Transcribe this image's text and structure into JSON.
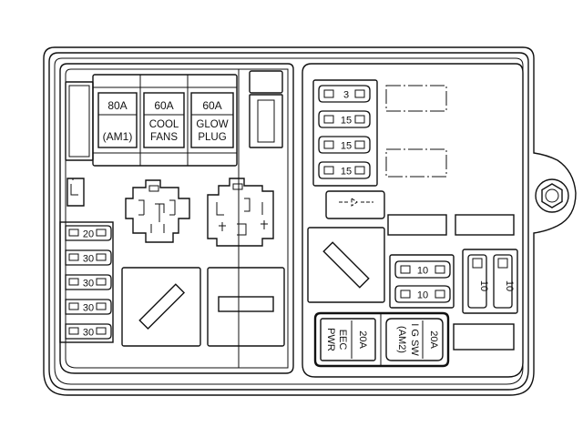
{
  "colors": {
    "line": "#111111",
    "background": "#ffffff"
  },
  "maxi_fuses": [
    {
      "amp": "80A",
      "name": "(AM1)"
    },
    {
      "amp": "60A",
      "name": "COOL FANS",
      "name_lines": [
        "COOL",
        "FANS"
      ]
    },
    {
      "amp": "60A",
      "name": "GLOW PLUG",
      "name_lines": [
        "GLOW",
        "PLUG"
      ]
    }
  ],
  "left_mini_fuses": [
    "20",
    "30",
    "30",
    "30",
    "30"
  ],
  "top_right_mini_fuses": [
    "3",
    "15",
    "15",
    "15"
  ],
  "middle_mini_fuses": [
    "10",
    "10"
  ],
  "vertical_fuses": [
    "10",
    "10"
  ],
  "bottom_fuses": [
    {
      "amp": "20A",
      "name": "EEC PWR",
      "name_lines": [
        "EEC",
        "PWR"
      ]
    },
    {
      "amp": "20A",
      "name": "IG SW (AM2)",
      "name_lines": [
        "I G SW",
        "(AM2)"
      ]
    }
  ]
}
